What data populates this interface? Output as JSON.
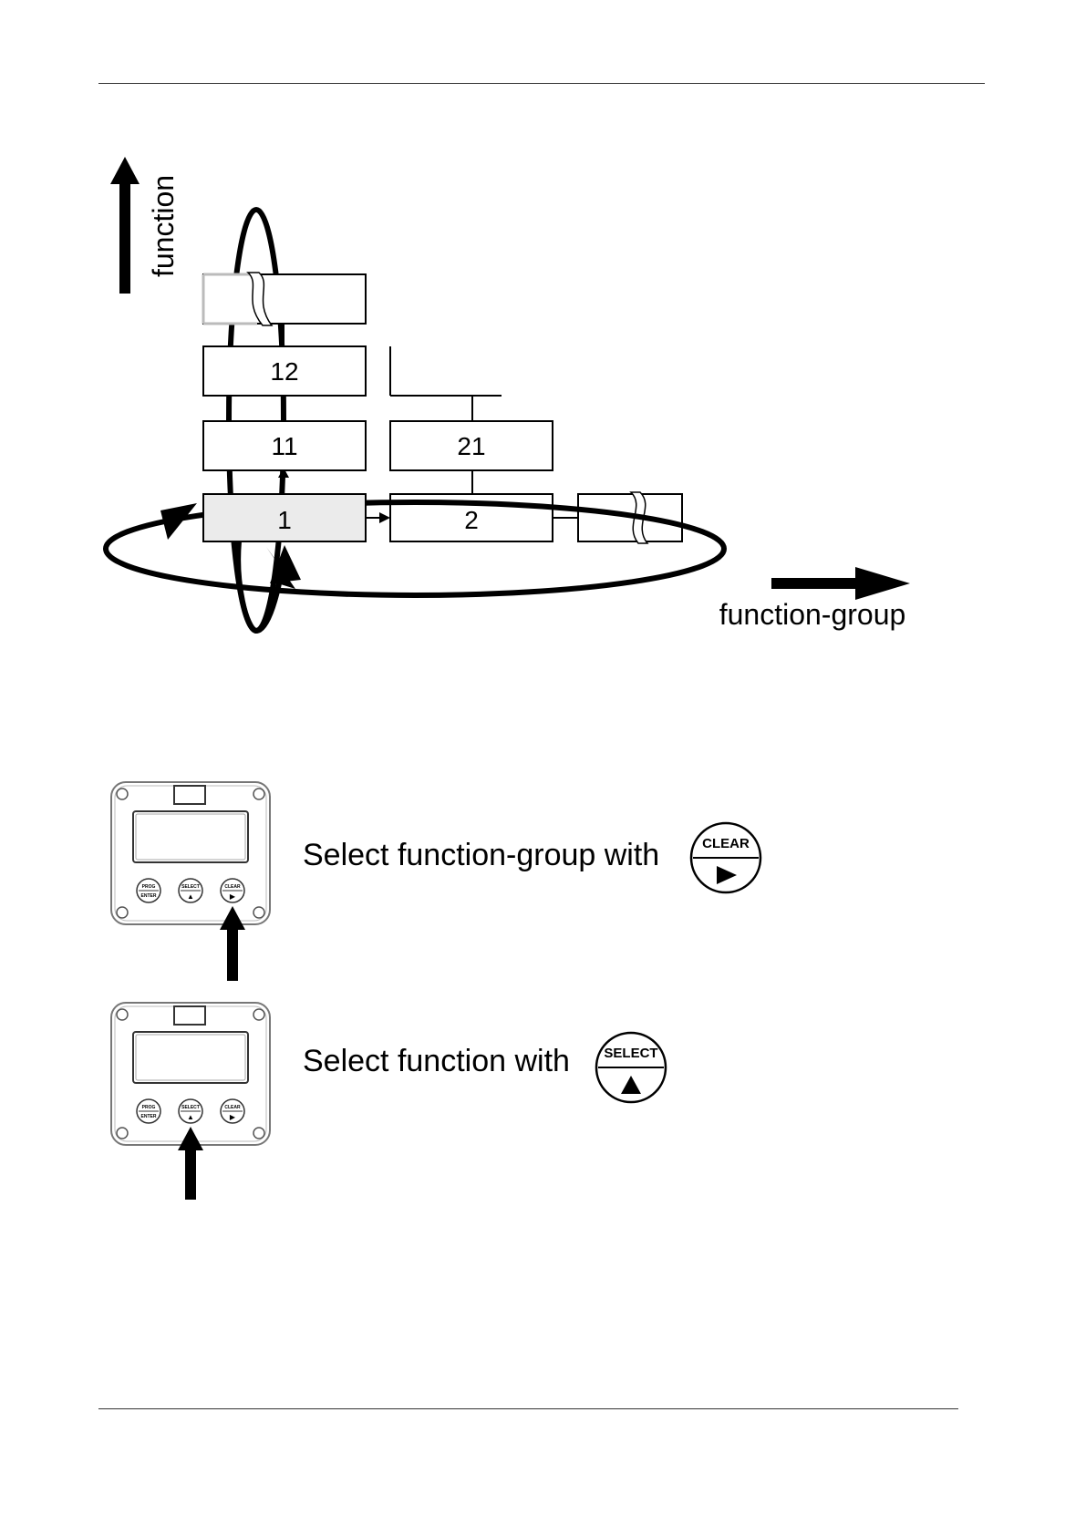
{
  "diagram": {
    "axis_function_label": "function",
    "axis_group_label": "function-group",
    "boxes": {
      "b1": "1",
      "b2": "2",
      "b11": "11",
      "b12": "12",
      "b21": "21"
    }
  },
  "instructions": [
    {
      "text": "Select function-group with",
      "key_top": "CLEAR",
      "key_symbol": "▶",
      "pointed_key": "CLEAR"
    },
    {
      "text": "Select function with",
      "key_top": "SELECT",
      "key_symbol": "▲",
      "pointed_key": "SELECT"
    }
  ],
  "device_keys": [
    {
      "top": "PROG",
      "bottom": "ENTER"
    },
    {
      "top": "SELECT",
      "bottom": "▲"
    },
    {
      "top": "CLEAR",
      "bottom": "▶"
    }
  ]
}
